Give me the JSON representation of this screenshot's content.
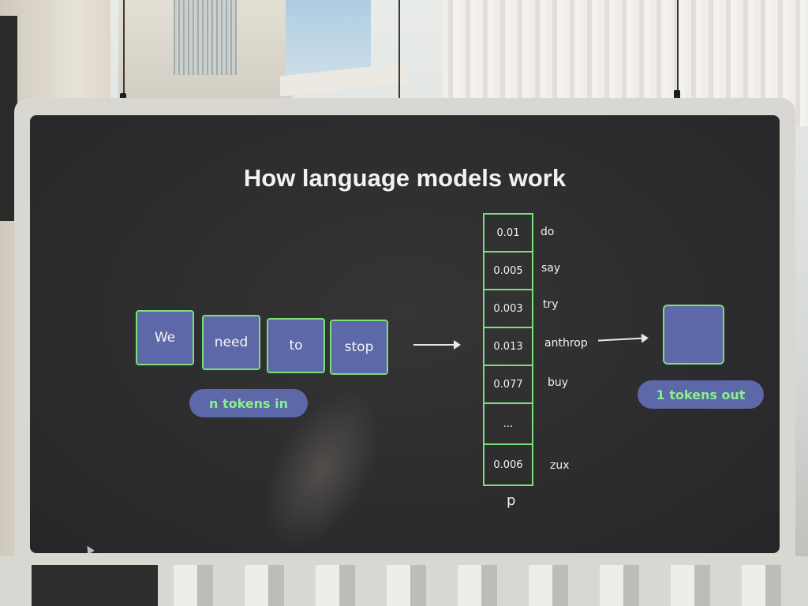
{
  "slide": {
    "title": "How language models work",
    "input_tokens": [
      "We",
      "need",
      "to",
      "stop"
    ],
    "input_label": "n tokens in",
    "output_label": "1 tokens out",
    "probabilities": [
      {
        "value": "0.01",
        "word": "do"
      },
      {
        "value": "0.005",
        "word": "say"
      },
      {
        "value": "0.003",
        "word": "try"
      },
      {
        "value": "0.013",
        "word": "anthrop"
      },
      {
        "value": "0.077",
        "word": "buy"
      },
      {
        "value": "...",
        "word": ""
      },
      {
        "value": "0.006",
        "word": "zux"
      }
    ],
    "prob_label": "p"
  },
  "colors": {
    "token_fill": "#5d68a8",
    "token_border": "#7be07a",
    "pill_text": "#89f08a",
    "screen_bg": "#2c2c2e"
  }
}
